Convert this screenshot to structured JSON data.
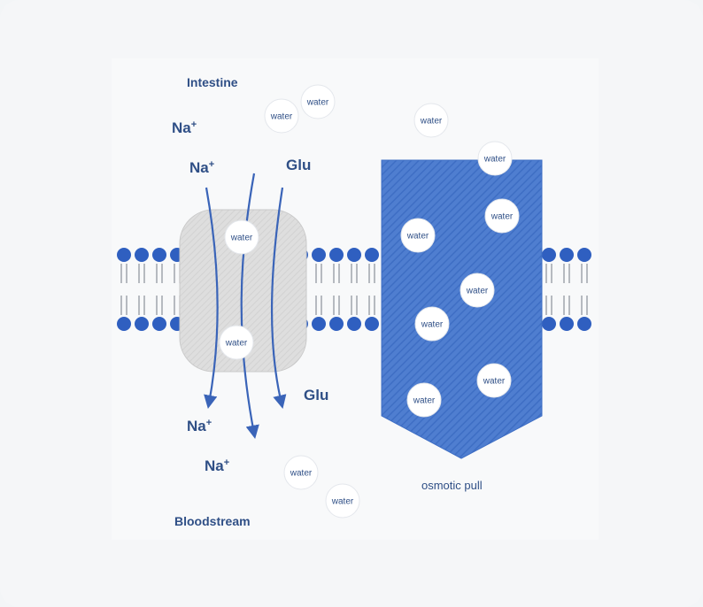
{
  "labels": {
    "intestine": "Intestine",
    "bloodstream": "Bloodstream",
    "osmotic_pull": "osmotic pull",
    "na_top_1": "Na+",
    "na_top_2": "Na+",
    "glu_top": "Glu",
    "na_bottom_1": "Na+",
    "na_bottom_2": "Na+",
    "glu_bottom": "Glu",
    "water": "water"
  },
  "colors": {
    "membrane_head": "#2f5fc0",
    "membrane_tail": "#8a8f99",
    "transporter_fill": "#dcdcdc",
    "channel_fill": "#4a78cc",
    "arrow": "#3a64b8",
    "text": "#2f4f86"
  }
}
